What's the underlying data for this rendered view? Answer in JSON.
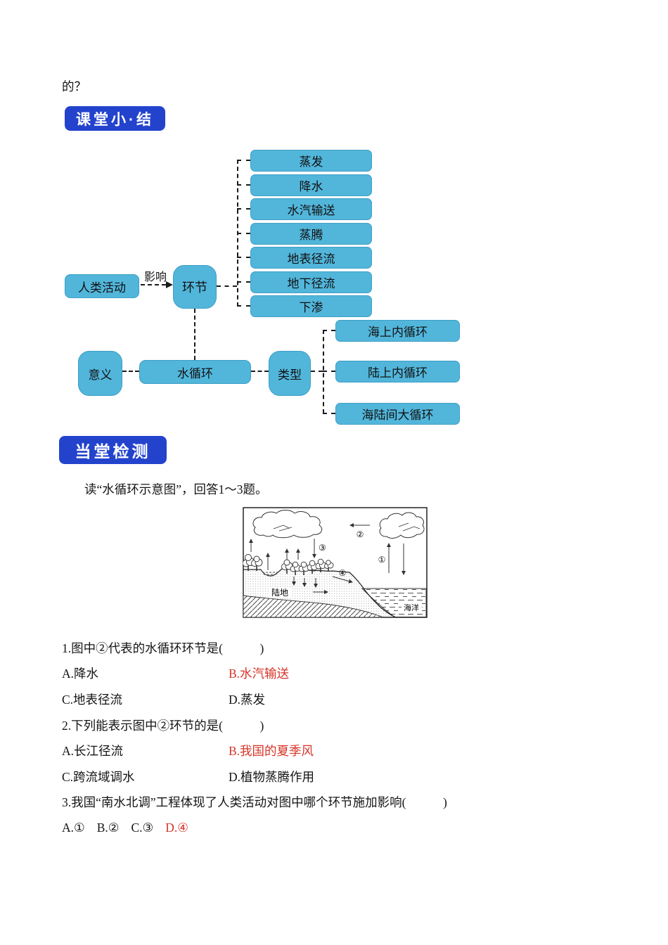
{
  "page": {
    "prefix_text": "的？"
  },
  "colors": {
    "badge_blue": "#2343cd",
    "node_blue": "#52b6db",
    "answer_red": "#d73428"
  },
  "sections": {
    "summary_badge": "课堂小·结",
    "quiz_badge": "当堂检测"
  },
  "diagram": {
    "human_node": "人类活动",
    "influence_label": "影响",
    "link_node": "环节",
    "meaning_node": "意义",
    "cycle_node": "水循环",
    "type_node": "类型",
    "link_items": [
      "蒸发",
      "降水",
      "水汽输送",
      "蒸腾",
      "地表径流",
      "地下径流",
      "下渗"
    ],
    "type_items": [
      "海上内循环",
      "陆上内循环",
      "海陆间大循环"
    ]
  },
  "quiz": {
    "intro": "读“水循环示意图”，回答1～3题。",
    "figure_labels": {
      "land": "陆地",
      "ocean": "海洋",
      "n1": "①",
      "n2": "②",
      "n3": "③",
      "n4": "④"
    },
    "questions": [
      {
        "stem": "1.图中②代表的水循环环节是(　　　)",
        "options": [
          {
            "text": "A.降水",
            "red": false
          },
          {
            "text": "B.水汽输送",
            "red": true
          },
          {
            "text": "C.地表径流",
            "red": false
          },
          {
            "text": "D.蒸发",
            "red": false
          }
        ]
      },
      {
        "stem": "2.下列能表示图中②环节的是(　　　)",
        "options": [
          {
            "text": "A.长江径流",
            "red": false
          },
          {
            "text": "B.我国的夏季风",
            "red": true
          },
          {
            "text": "C.跨流域调水",
            "red": false
          },
          {
            "text": "D.植物蒸腾作用",
            "red": false
          }
        ]
      },
      {
        "stem": "3.我国“南水北调”工程体现了人类活动对图中哪个环节施加影响(　　　)",
        "options": [
          {
            "text": "A.①",
            "red": false
          },
          {
            "text": "B.②",
            "red": false
          },
          {
            "text": "C.③",
            "red": false
          },
          {
            "text": "D.④",
            "red": true
          }
        ]
      }
    ]
  }
}
